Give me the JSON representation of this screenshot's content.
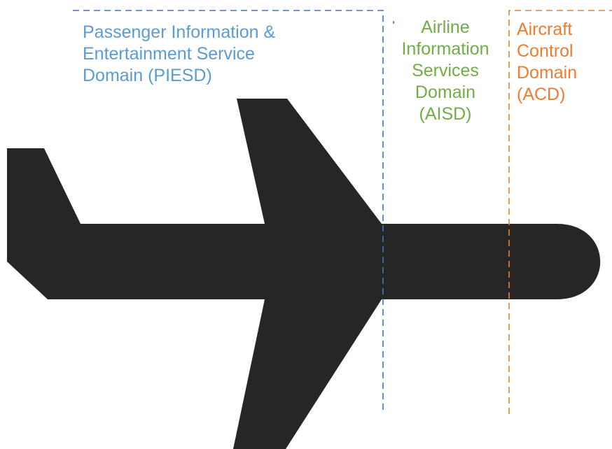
{
  "colors": {
    "piesd": "#5b9bd5",
    "aisd": "#70ad47",
    "acd": "#ed7d31",
    "aircraft": "#262626",
    "background": "#ffffff"
  },
  "icons": {
    "aircraft": "airplane-silhouette-icon"
  },
  "domains": {
    "piesd": {
      "label": "Passenger Information &\nEntertainment Service\nDomain (PIESD)"
    },
    "aisd": {
      "label": "Airline\nInformation\nServices\nDomain\n(AISD)"
    },
    "acd": {
      "label": "Aircraft\nControl\nDomain\n(ACD)"
    }
  }
}
